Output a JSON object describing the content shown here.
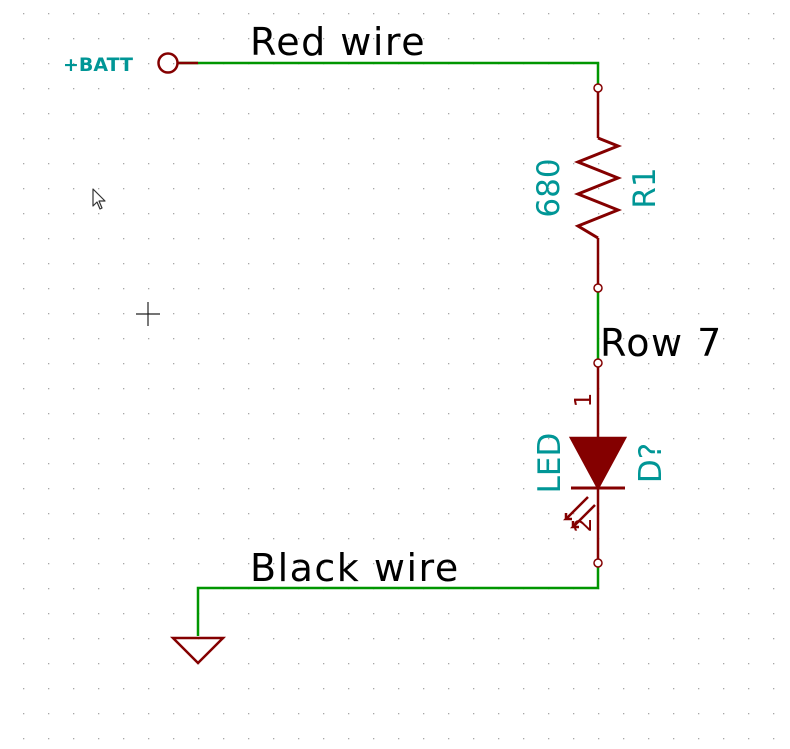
{
  "schematic": {
    "power_label": "+BATT",
    "net_labels": {
      "top_wire": "Red wire",
      "bottom_wire": "Black wire",
      "middle": "Row 7"
    },
    "resistor": {
      "reference": "R1",
      "value": "680"
    },
    "led": {
      "reference": "D?",
      "value": "LED",
      "pin1": "1",
      "pin2": "2"
    }
  },
  "colors": {
    "background": "#ffffff",
    "grid_dot": "#a8a8a8",
    "wire": "#009600",
    "component": "#840000",
    "component_fill": "#840000",
    "field_text": "#009696",
    "label_text": "#000000",
    "power_symbol": "#840000",
    "pin_marker": "#840000"
  },
  "icons": {
    "cursor": "mouse-pointer-icon",
    "crosshair": "crosshair-icon"
  }
}
